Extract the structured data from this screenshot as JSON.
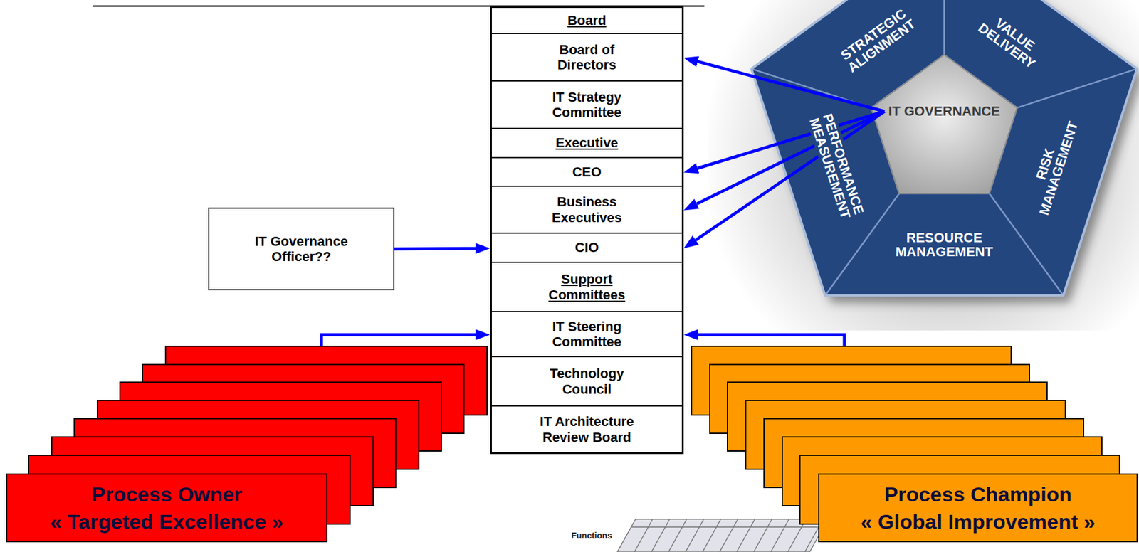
{
  "diagram": {
    "nodes": [
      {
        "text": [
          "Board"
        ]
      },
      {
        "text": [
          "Board of Directors"
        ]
      },
      {
        "text": [
          "IT Strategy Committee"
        ]
      },
      {
        "text": [
          "Executive"
        ]
      },
      {
        "text": [
          "CEO"
        ]
      },
      {
        "text": [
          "Business Executives"
        ]
      },
      {
        "text": [
          "CIO"
        ]
      },
      {
        "text": [
          "Support Committees"
        ]
      },
      {
        "text": [
          "IT Steering Committee"
        ]
      },
      {
        "text": [
          "Technology Council"
        ]
      },
      {
        "text": [
          "IT Architecture Review Board"
        ]
      },
      {
        "text": [
          "IT Governance Officer??"
        ]
      },
      {
        "text": [
          "IT GOVERNANCE"
        ]
      },
      {
        "text": [
          "Process Owner",
          "« Targeted Excellence »"
        ]
      },
      {
        "text": [
          "Process Champion",
          "« Global Improvement »"
        ]
      }
    ],
    "edges": [
      {
        "from": 12,
        "to": 1,
        "arrow": "to"
      },
      {
        "from": 12,
        "to": 4,
        "arrow": "to"
      },
      {
        "from": 12,
        "to": 5,
        "arrow": "to"
      },
      {
        "from": 12,
        "to": 6,
        "arrow": "to"
      },
      {
        "from": 11,
        "to": 6,
        "arrow": "to"
      },
      {
        "from": 13,
        "to": 8,
        "arrow": "to"
      },
      {
        "from": 14,
        "to": 8,
        "arrow": "to"
      }
    ],
    "labels": [
      "STRATEGIC ALIGNMENT",
      "VALUE DELIVERY",
      "RISK MANAGEMENT",
      "RESOURCE MANAGEMENT",
      "PERFORMANCE MEASUREMENT",
      "Functions"
    ]
  }
}
